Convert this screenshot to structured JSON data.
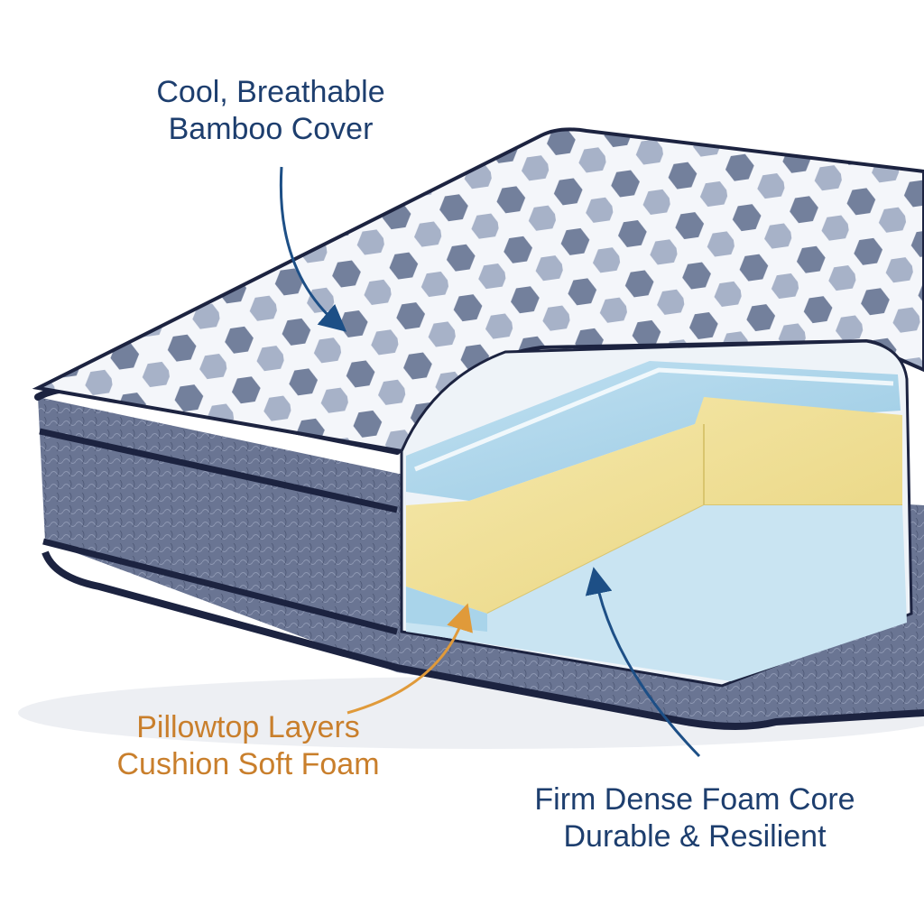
{
  "diagram": {
    "subject": "Mattress cutaway cross-section",
    "colors": {
      "label_blue": "#1d3e6e",
      "label_orange": "#c97f2c",
      "piping_navy": "#1c2340",
      "side_fabric": "#6a7593",
      "cover_white": "#f4f6fa",
      "hexagon_dark": "#5d6b8c",
      "hexagon_light": "#9aa6c0",
      "comfort_blue": "#a9d4ea",
      "yellow_foam": "#f2e29a",
      "core_blue": "#c9e4f2"
    },
    "labels": {
      "cover": {
        "line1": "Cool, Breathable",
        "line2": "Bamboo Cover",
        "arrow_color": "#1d4f86"
      },
      "pillowtop": {
        "line1": "Pillowtop Layers",
        "line2": "Cushion Soft Foam",
        "arrow_color": "#e09a3a"
      },
      "core": {
        "line1": "Firm Dense Foam Core",
        "line2": "Durable & Resilient",
        "arrow_color": "#1d4f86"
      }
    }
  }
}
